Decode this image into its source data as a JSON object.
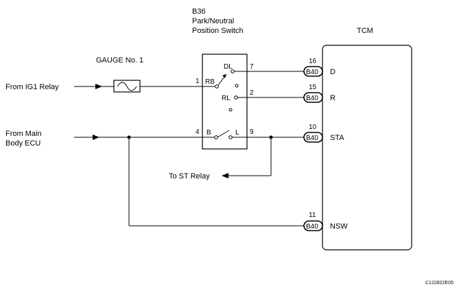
{
  "switch": {
    "code": "B36",
    "name_line1": "Park/Neutral",
    "name_line2": "Position Switch",
    "terminals": {
      "rb": "RB",
      "dl": "DL",
      "rl": "RL",
      "b": "B",
      "l": "L"
    },
    "pins": {
      "p1": "1",
      "p7": "7",
      "p2": "2",
      "p4": "4",
      "p9": "9"
    }
  },
  "fuse": {
    "label": "GAUGE No. 1"
  },
  "sources": {
    "ig1": "From IG1 Relay",
    "main_ecu_line1": "From Main",
    "main_ecu_line2": "Body ECU",
    "st_relay": "To ST Relay"
  },
  "tcm": {
    "title": "TCM",
    "connector": "B40",
    "pins": [
      {
        "number": "16",
        "signal": "D"
      },
      {
        "number": "15",
        "signal": "R"
      },
      {
        "number": "10",
        "signal": "STA"
      },
      {
        "number": "11",
        "signal": "NSW"
      }
    ]
  },
  "figure_ref": "C122822E05"
}
